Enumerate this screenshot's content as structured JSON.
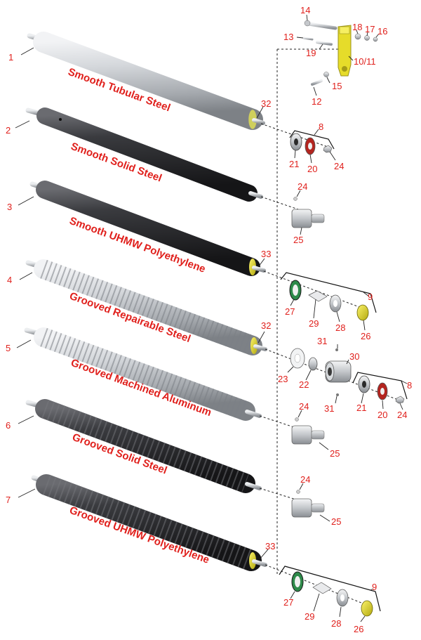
{
  "diagram": {
    "rollers": [
      {
        "callout": "1",
        "label": "Smooth Tubular Steel",
        "finish": "silver-smooth"
      },
      {
        "callout": "2",
        "label": "Smooth Solid Steel",
        "finish": "black-smooth"
      },
      {
        "callout": "3",
        "label": "Smooth UHMW Polyethylene",
        "finish": "black-smooth-yellow"
      },
      {
        "callout": "4",
        "label": "Grooved Repairable Steel",
        "finish": "silver-grooved"
      },
      {
        "callout": "5",
        "label": "Grooved Machined Aluminum",
        "finish": "silver-grooved"
      },
      {
        "callout": "6",
        "label": "Grooved Solid Steel",
        "finish": "black-grooved"
      },
      {
        "callout": "7",
        "label": "Grooved UHMW Polyethylene",
        "finish": "black-grooved-yellow"
      }
    ],
    "callouts": {
      "c8a": "8",
      "c8b": "8",
      "c9a": "9",
      "c9b": "9",
      "c10": "10/11",
      "c12": "12",
      "c13": "13",
      "c14": "14",
      "c15": "15",
      "c16": "16",
      "c17": "17",
      "c18": "18",
      "c19": "19",
      "c20a": "20",
      "c20b": "20",
      "c21a": "21",
      "c21b": "21",
      "c22": "22",
      "c23": "23",
      "c24a": "24",
      "c24b": "24",
      "c24c": "24",
      "c24d": "24",
      "c24e": "24",
      "c25a": "25",
      "c25b": "25",
      "c25c": "25",
      "c26a": "26",
      "c26b": "26",
      "c27a": "27",
      "c27b": "27",
      "c28a": "28",
      "c28b": "28",
      "c29a": "29",
      "c29b": "29",
      "c30": "30",
      "c31a": "31",
      "c31b": "31",
      "c32a": "32",
      "c32b": "32",
      "c33a": "33",
      "c33b": "33"
    },
    "colors": {
      "callout_red": "#e0201c",
      "steel_silver": "#c9ccd0",
      "roller_black": "#2b2b2d",
      "uhmw_yellow": "#d8d21a",
      "bracket_yellow": "#e6dc2a",
      "seal_red": "#b3241f",
      "seal_green": "#2e8a4a"
    }
  }
}
